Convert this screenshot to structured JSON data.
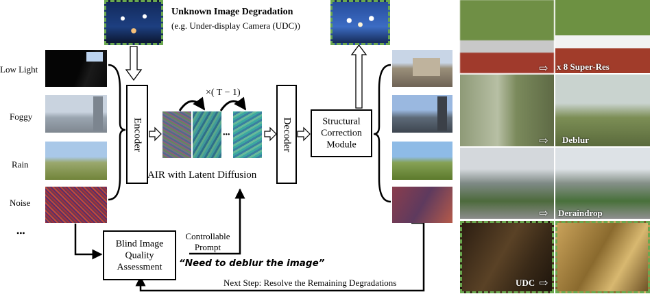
{
  "top": {
    "title": "Unknown Image Degradation",
    "subtitle": "(e.g. Under-display Camera (UDC))"
  },
  "inputs": [
    {
      "label": "Low Light"
    },
    {
      "label": "Foggy"
    },
    {
      "label": "Rain"
    },
    {
      "label": "Noise"
    }
  ],
  "more_label": "•••",
  "encoder": {
    "label": "Encoder"
  },
  "decoder": {
    "label": "Decoder"
  },
  "diffusion": {
    "repeat_label": "×( T − 1)",
    "dots": "•••",
    "caption": "AIR with Latent Diffusion"
  },
  "scm": {
    "label": "Structural Correction Module"
  },
  "biqa": {
    "label": "Blind Image Quality Assessment"
  },
  "prompt": {
    "label": "Controllable Prompt",
    "quote": "“Need to deblur the image”"
  },
  "next_step": "Next Step: Resolve the Remaining Degradations",
  "examples": [
    {
      "label": "x 8 Super-Res"
    },
    {
      "label": "Deblur"
    },
    {
      "label": "Deraindrop"
    },
    {
      "label": "UDC"
    }
  ],
  "colors": {
    "dash_green": "#6aa84f",
    "line": "#000000"
  }
}
